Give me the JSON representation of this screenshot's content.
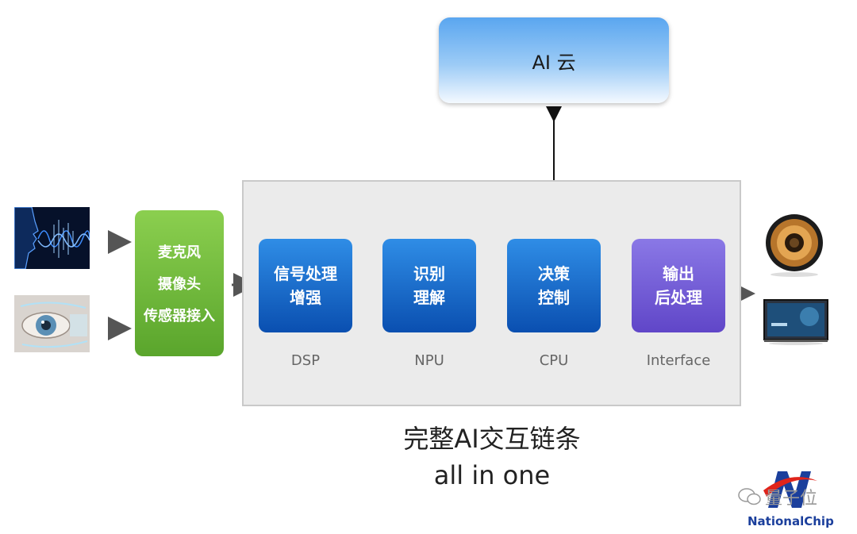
{
  "cloud": {
    "label": "AI 云"
  },
  "input": {
    "lines": [
      "麦克风",
      "摄像头",
      "传感器接入"
    ]
  },
  "stages": [
    {
      "lines": [
        "信号处理",
        "增强"
      ],
      "label": "DSP"
    },
    {
      "lines": [
        "识别",
        "理解"
      ],
      "label": "NPU"
    },
    {
      "lines": [
        "决策",
        "控制"
      ],
      "label": "CPU"
    },
    {
      "lines": [
        "输出",
        "后处理"
      ],
      "label": "Interface"
    }
  ],
  "footer": {
    "line1": "完整AI交互链条",
    "line2": "all in one"
  },
  "watermark": {
    "text": "量子位"
  },
  "logo": {
    "text": "NationalChip"
  },
  "icons": {
    "voice": "voice-waveform-icon",
    "eye": "eye-scan-icon",
    "speaker": "speaker-icon",
    "screen": "display-screen-icon"
  },
  "colors": {
    "green": "#6bb53a",
    "blue": "#1a6cd0",
    "purple": "#7560d8",
    "arrow": "#555555"
  }
}
